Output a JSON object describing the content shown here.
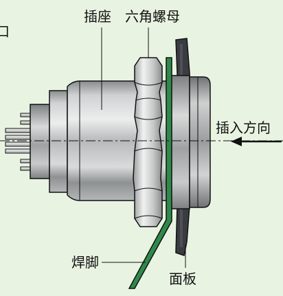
{
  "labels": {
    "top_left_char": "口",
    "socket": "插座",
    "hex_nut": "六角螺母",
    "insert_direction": "插入方向",
    "solder_pin": "焊脚",
    "panel": "面板"
  },
  "colors": {
    "background": "#e9f3e2",
    "panel_dark": "#3a3c42",
    "pin_green": "#2f8a4a",
    "metal_light": "#d6d8d8",
    "metal_mid": "#a9acad",
    "metal_dark": "#7d8081",
    "outline": "#111111"
  },
  "icons": {
    "direction_arrow": "arrow-left-icon"
  }
}
